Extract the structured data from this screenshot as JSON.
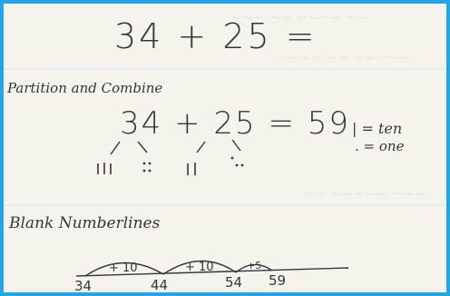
{
  "problem": "34 + 25 =",
  "section1_heading": "Partition and Combine",
  "equation": "34 + 25 = 59",
  "key": {
    "ten": "| = ten",
    "one": ". = one"
  },
  "section2_heading": "Blank Numberlines",
  "numberline": {
    "points": [
      "34",
      "44",
      "54",
      "59"
    ],
    "jumps": [
      "+ 10",
      "+ 10",
      "+5"
    ]
  }
}
